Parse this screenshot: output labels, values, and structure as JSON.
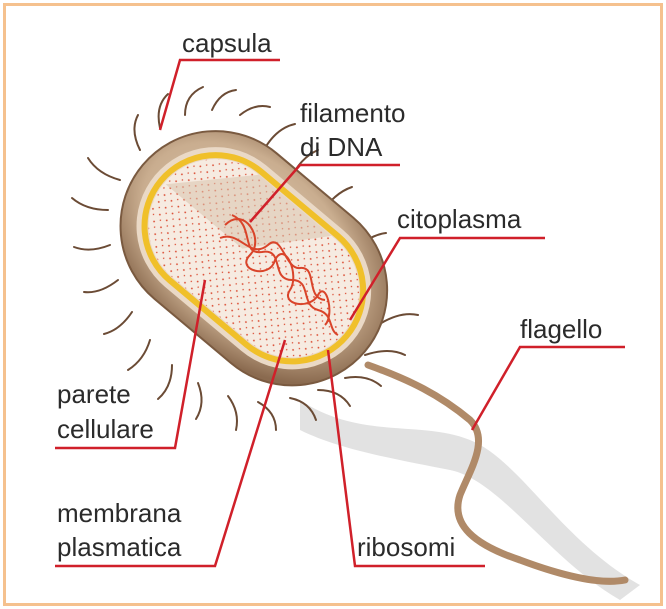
{
  "labels": {
    "capsula": "capsula",
    "filamento_line1": "filamento",
    "filamento_line2": "di DNA",
    "citoplasma": "citoplasma",
    "flagello": "flagello",
    "parete_line1": "parete",
    "parete_line2": "cellulare",
    "membrana_line1": "membrana",
    "membrana_line2": "plasmatica",
    "ribosomi": "ribosomi"
  },
  "colors": {
    "border": "#f5c18e",
    "leader_line": "#d0202a",
    "capsule": "#c9ad8f",
    "wall_inner": "#ead9c6",
    "membrane": "#f0c02a",
    "cytoplasm": "#f6ebe1",
    "dna": "#d9442a",
    "flagellum": "#b08a68"
  }
}
